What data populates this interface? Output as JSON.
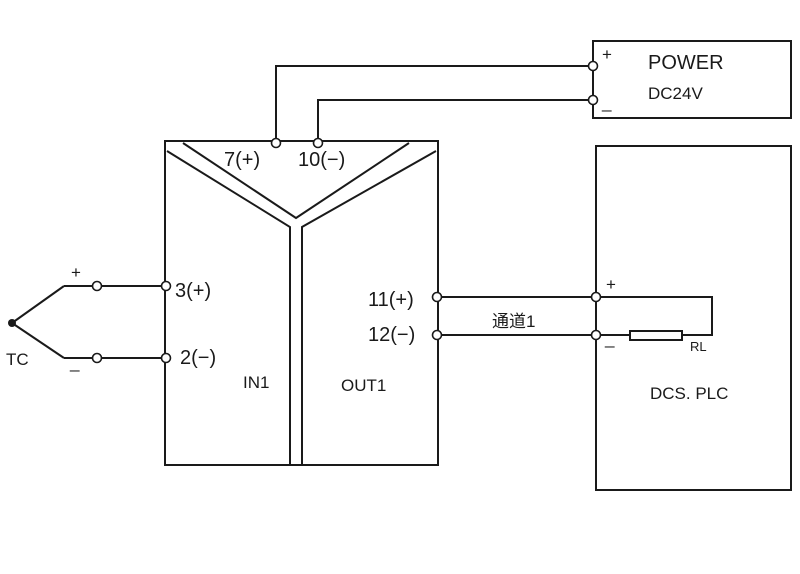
{
  "power": {
    "title": "POWER",
    "voltage": "DC24V",
    "plus": "+",
    "minus": "_"
  },
  "module": {
    "terminal_7": "7(+)",
    "terminal_10": "10(−)",
    "terminal_3": "3(+)",
    "terminal_2": "2(−)",
    "terminal_11": "11(+)",
    "terminal_12": "12(−)",
    "input_label": "IN1",
    "output_label": "OUT1"
  },
  "thermocouple": {
    "label": "TC",
    "plus": "+",
    "minus": "_"
  },
  "channel_label": "通道1",
  "dcs": {
    "label": "DCS. PLC",
    "plus": "+",
    "minus": "_",
    "resistor_label": "RL"
  }
}
